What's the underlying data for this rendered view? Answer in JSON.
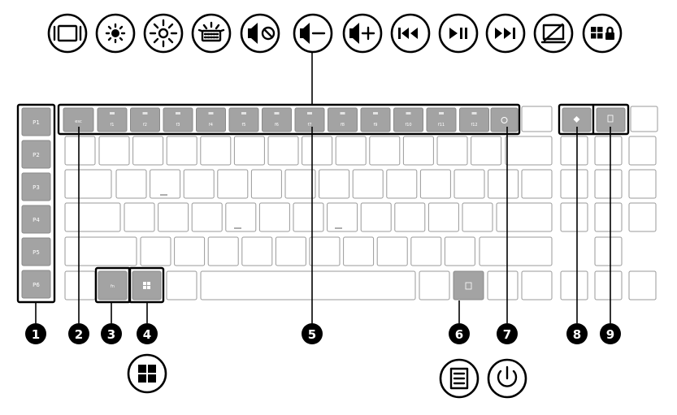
{
  "top_icons": [
    {
      "icon": "display-switch-icon"
    },
    {
      "icon": "brightness-down-icon"
    },
    {
      "icon": "brightness-up-icon"
    },
    {
      "icon": "keyboard-backlight-icon"
    },
    {
      "icon": "mute-icon"
    },
    {
      "icon": "volume-down-icon"
    },
    {
      "icon": "volume-up-icon"
    },
    {
      "icon": "previous-track-icon"
    },
    {
      "icon": "play-pause-icon"
    },
    {
      "icon": "next-track-icon"
    },
    {
      "icon": "touchpad-off-icon"
    },
    {
      "icon": "windows-lock-icon"
    }
  ],
  "macro_keys": [
    "P1",
    "P2",
    "P3",
    "P4",
    "P5",
    "P6"
  ],
  "fn_row": {
    "esc": "esc",
    "keys": [
      "f1",
      "f2",
      "f3",
      "f4",
      "f5",
      "f6",
      "f7",
      "f8",
      "f9",
      "f10",
      "f11",
      "f12"
    ]
  },
  "modifier_keys": {
    "fn": "fn"
  },
  "callouts": [
    "1",
    "2",
    "3",
    "4",
    "5",
    "6",
    "7",
    "8",
    "9"
  ],
  "bottom_icons": [
    "windows-icon",
    "menu-icon",
    "power-icon"
  ]
}
